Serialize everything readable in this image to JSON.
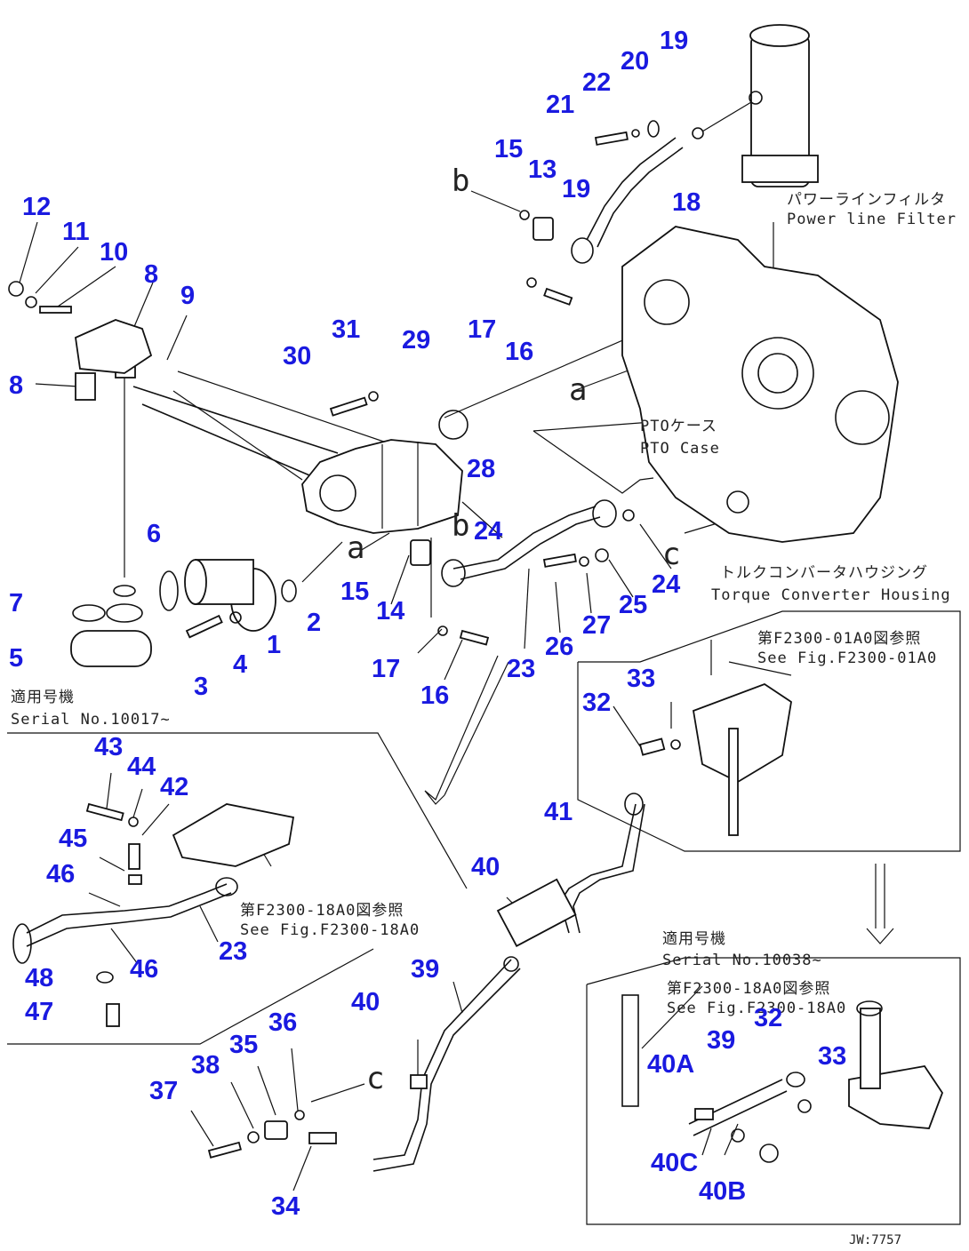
{
  "labels": {
    "power_line_filter_jp": "パワーラインフィルタ",
    "power_line_filter_en": "Power line Filter",
    "pto_case_jp": "PTOケース",
    "pto_case_en": "PTO Case",
    "torque_converter_jp": "トルクコンバータハウジング",
    "torque_converter_en": "Torque Converter Housing",
    "see_fig_01_jp": "第F2300-01A0図参照",
    "see_fig_01_en": "See Fig.F2300-01A0",
    "serial_upper_jp": "適用号機",
    "serial_upper_en": "Serial No.10017~",
    "see_fig_18_jp": "第F2300-18A0図参照",
    "see_fig_18_en": "See Fig.F2300-18A0",
    "serial_lower_jp": "適用号機",
    "serial_lower_en": "Serial No.10038~",
    "see_fig_18b_jp": "第F2300-18A0図参照",
    "see_fig_18b_en": "See Fig.F2300-18A0",
    "drawing_no": "JW:7757"
  },
  "letters": {
    "a1": "a",
    "a2": "a",
    "b1": "b",
    "b2": "b",
    "c1": "c",
    "c2": "c"
  },
  "callouts": {
    "n1": "1",
    "n2": "2",
    "n3": "3",
    "n4": "4",
    "n5": "5",
    "n6": "6",
    "n7": "7",
    "n8a": "8",
    "n8b": "8",
    "n9": "9",
    "n10": "10",
    "n11": "11",
    "n12": "12",
    "n13": "13",
    "n14": "14",
    "n15a": "15",
    "n15b": "15",
    "n16a": "16",
    "n16b": "16",
    "n17a": "17",
    "n17b": "17",
    "n18": "18",
    "n19a": "19",
    "n19b": "19",
    "n20": "20",
    "n21": "21",
    "n22": "22",
    "n23a": "23",
    "n23b": "23",
    "n24a": "24",
    "n24b": "24",
    "n25": "25",
    "n26": "26",
    "n27": "27",
    "n28": "28",
    "n29": "29",
    "n30": "30",
    "n31": "31",
    "n32a": "32",
    "n32b": "32",
    "n33a": "33",
    "n33b": "33",
    "n34": "34",
    "n35": "35",
    "n36": "36",
    "n37": "37",
    "n38": "38",
    "n39a": "39",
    "n39b": "39",
    "n40a": "40",
    "n40b": "40",
    "n40A": "40A",
    "n40B": "40B",
    "n40C": "40C",
    "n41": "41",
    "n42": "42",
    "n43": "43",
    "n44": "44",
    "n45": "45",
    "n46a": "46",
    "n46b": "46",
    "n47": "47",
    "n48": "48"
  },
  "colors": {
    "callout": "#1a1ae0",
    "line": "#111111"
  }
}
